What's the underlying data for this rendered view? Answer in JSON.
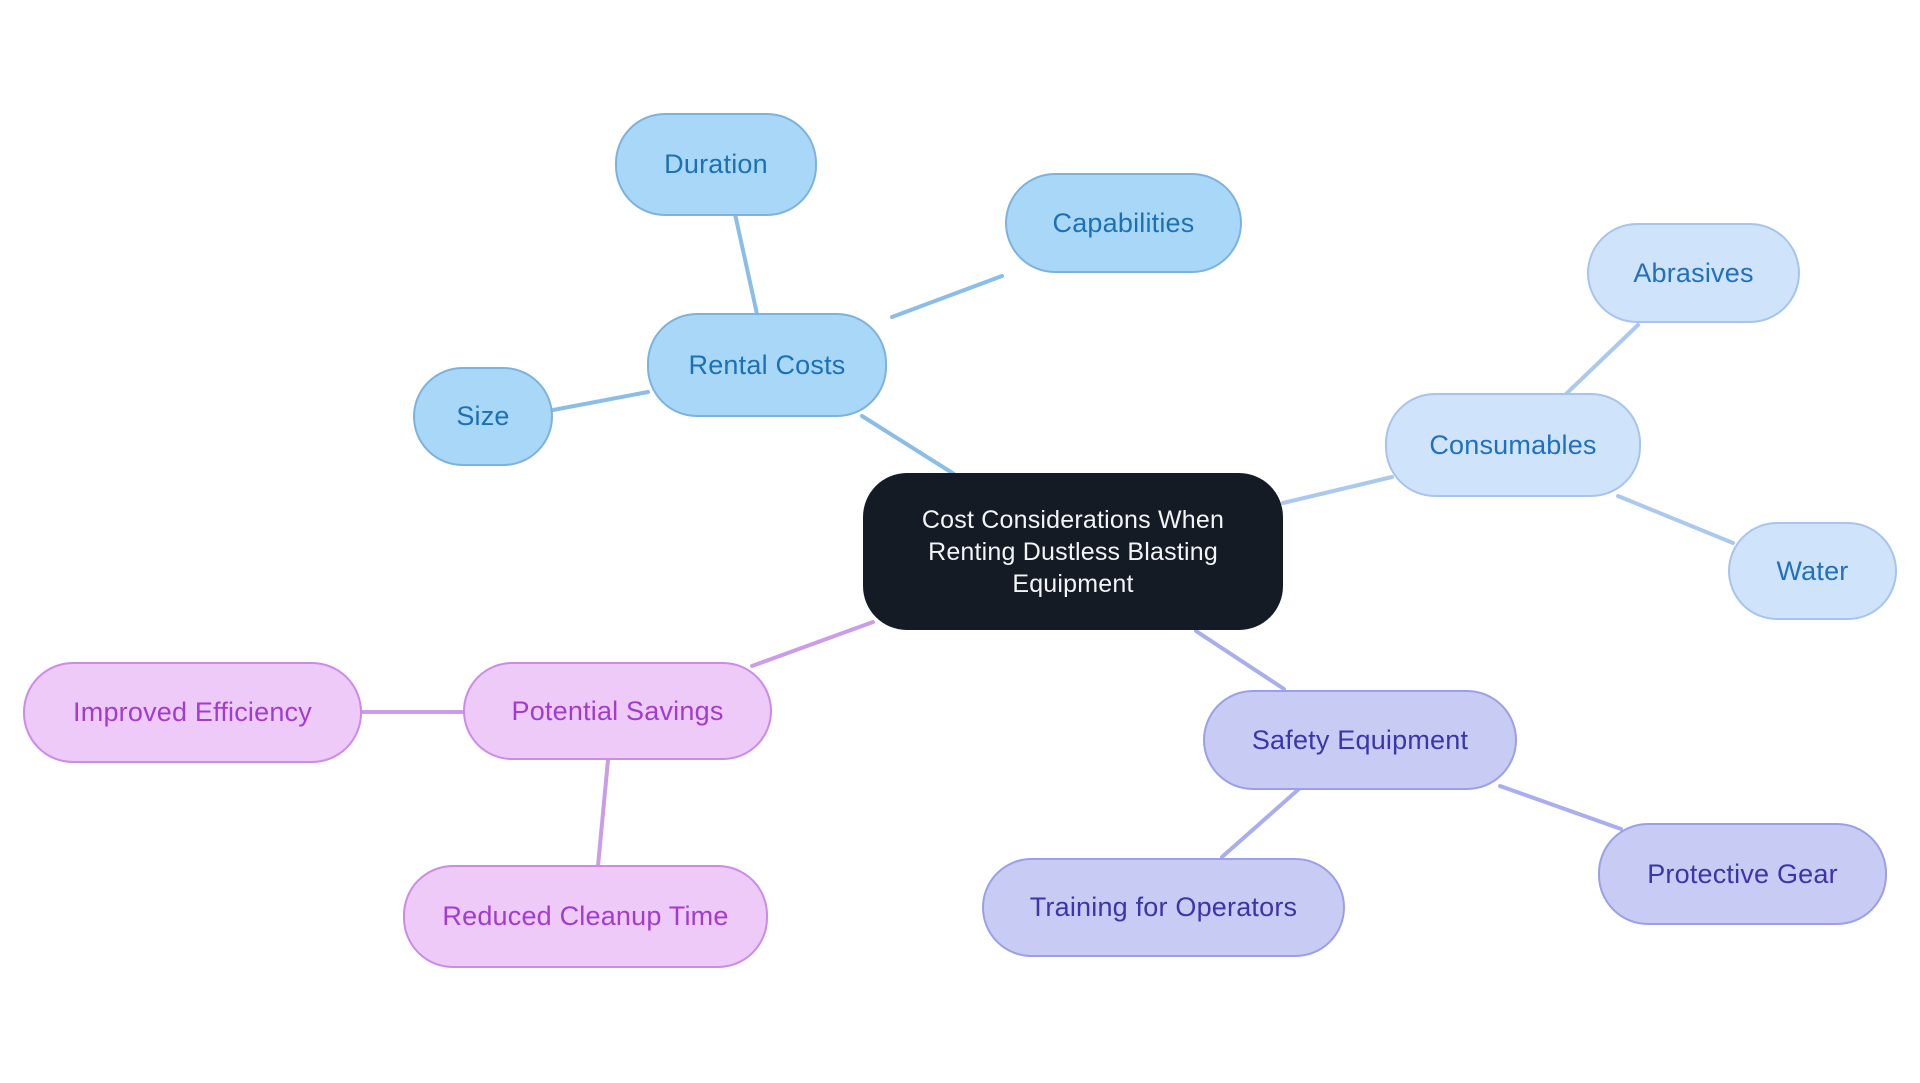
{
  "diagram": {
    "type": "mindmap",
    "background_color": "#ffffff",
    "center": {
      "label": "Cost Considerations When Renting Dustless Blasting Equipment",
      "bg_color": "#151b24",
      "text_color": "#f2f4f6"
    },
    "branches": [
      {
        "id": "rental-costs",
        "label": "Rental Costs",
        "fill_color": "#a9d7f7",
        "border_color": "#7cb2e0",
        "text_color": "#1b70b6",
        "line_color": "#8abde8",
        "children": [
          {
            "label": "Duration"
          },
          {
            "label": "Capabilities"
          },
          {
            "label": "Size"
          }
        ]
      },
      {
        "id": "consumables",
        "label": "Consumables",
        "fill_color": "#cfe3fa",
        "border_color": "#a6c4ef",
        "text_color": "#1f70c0",
        "line_color": "#abc9ee",
        "children": [
          {
            "label": "Abrasives"
          },
          {
            "label": "Water"
          }
        ]
      },
      {
        "id": "safety-equipment",
        "label": "Safety Equipment",
        "fill_color": "#c8cbf3",
        "border_color": "#9aa0e8",
        "text_color": "#3a35ad",
        "line_color": "#a9aeee",
        "children": [
          {
            "label": "Training for Operators"
          },
          {
            "label": "Protective Gear"
          }
        ]
      },
      {
        "id": "potential-savings",
        "label": "Potential Savings",
        "fill_color": "#edcaf8",
        "border_color": "#cc8ae9",
        "text_color": "#a23bd3",
        "line_color": "#cd9ce9",
        "children": [
          {
            "label": "Improved Efficiency"
          },
          {
            "label": "Reduced Cleanup Time"
          }
        ]
      }
    ]
  }
}
